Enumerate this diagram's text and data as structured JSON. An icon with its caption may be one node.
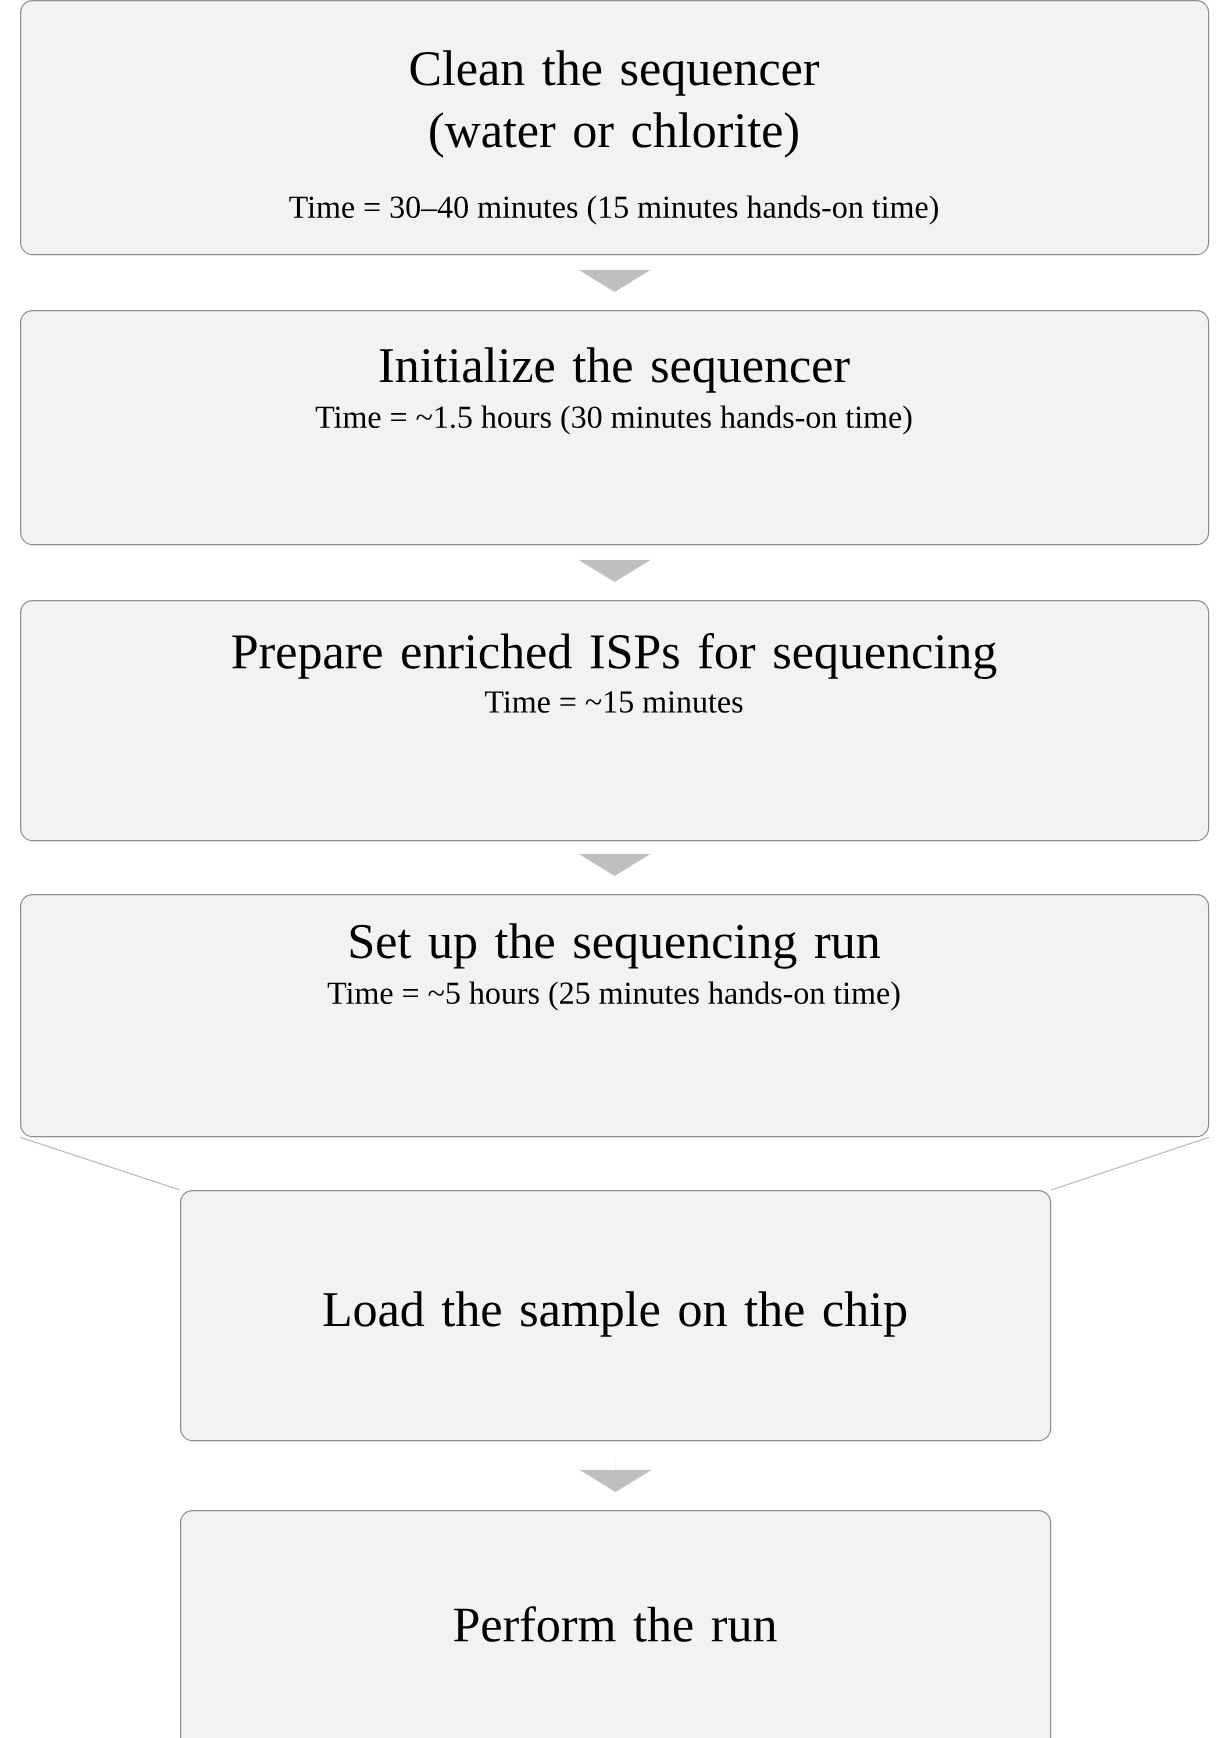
{
  "diagram": {
    "nodes": [
      {
        "text": [
          "Clean the sequencer (water or chlorite)",
          "Time = 30–40 minutes (15 minutes hands-on time)"
        ]
      },
      {
        "text": [
          "Initialize the sequencer",
          "Time = ~1.5 hours (30 minutes hands-on time)"
        ]
      },
      {
        "text": [
          "Prepare enriched ISPs for sequencing",
          "Time = ~15 minutes"
        ]
      },
      {
        "text": [
          "Set up the sequencing run",
          "Time = ~5 hours (25 minutes hands-on time)"
        ]
      },
      {
        "text": [
          "Load the sample on the chip"
        ]
      },
      {
        "text": [
          "Perform the run"
        ]
      }
    ],
    "edges": [
      {
        "from": 0,
        "to": 1,
        "arrow": "to"
      },
      {
        "from": 1,
        "to": 2,
        "arrow": "to"
      },
      {
        "from": 2,
        "to": 3,
        "arrow": "to"
      },
      {
        "from": 3,
        "to": 4,
        "arrow": "none"
      },
      {
        "from": 4,
        "to": 5,
        "arrow": "to"
      }
    ]
  }
}
